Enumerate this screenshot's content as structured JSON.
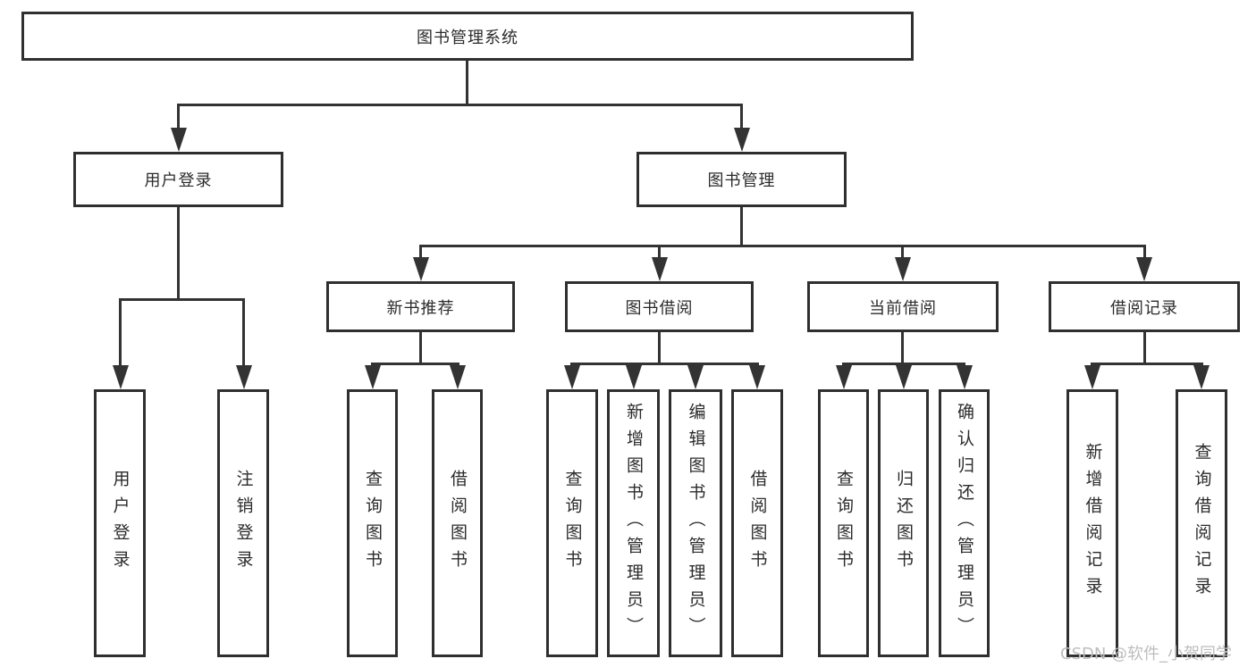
{
  "diagram": {
    "root": {
      "label": "图书管理系统"
    },
    "branches": [
      {
        "label": "用户登录"
      },
      {
        "label": "图书管理"
      }
    ],
    "groups": [
      {
        "label": "新书推荐"
      },
      {
        "label": "图书借阅"
      },
      {
        "label": "当前借阅"
      },
      {
        "label": "借阅记录"
      }
    ],
    "leaves": [
      {
        "label": "用户登录"
      },
      {
        "label": "注销登录"
      },
      {
        "label": "查询图书"
      },
      {
        "label": "借阅图书"
      },
      {
        "label": "查询图书"
      },
      {
        "label": "新增图书（管理员）"
      },
      {
        "label": "编辑图书（管理员）"
      },
      {
        "label": "借阅图书"
      },
      {
        "label": "查询图书"
      },
      {
        "label": "归还图书"
      },
      {
        "label": "确认归还（管理员）"
      },
      {
        "label": "新增借阅记录"
      },
      {
        "label": "查询借阅记录"
      }
    ]
  },
  "colors": {
    "line": "#333333",
    "border": "#2f2f2f",
    "text": "#2b2b2b",
    "watermark": "#bdbdbd",
    "background": "#ffffff"
  },
  "watermark": {
    "text": "CSDN @软件_小贺同学"
  }
}
